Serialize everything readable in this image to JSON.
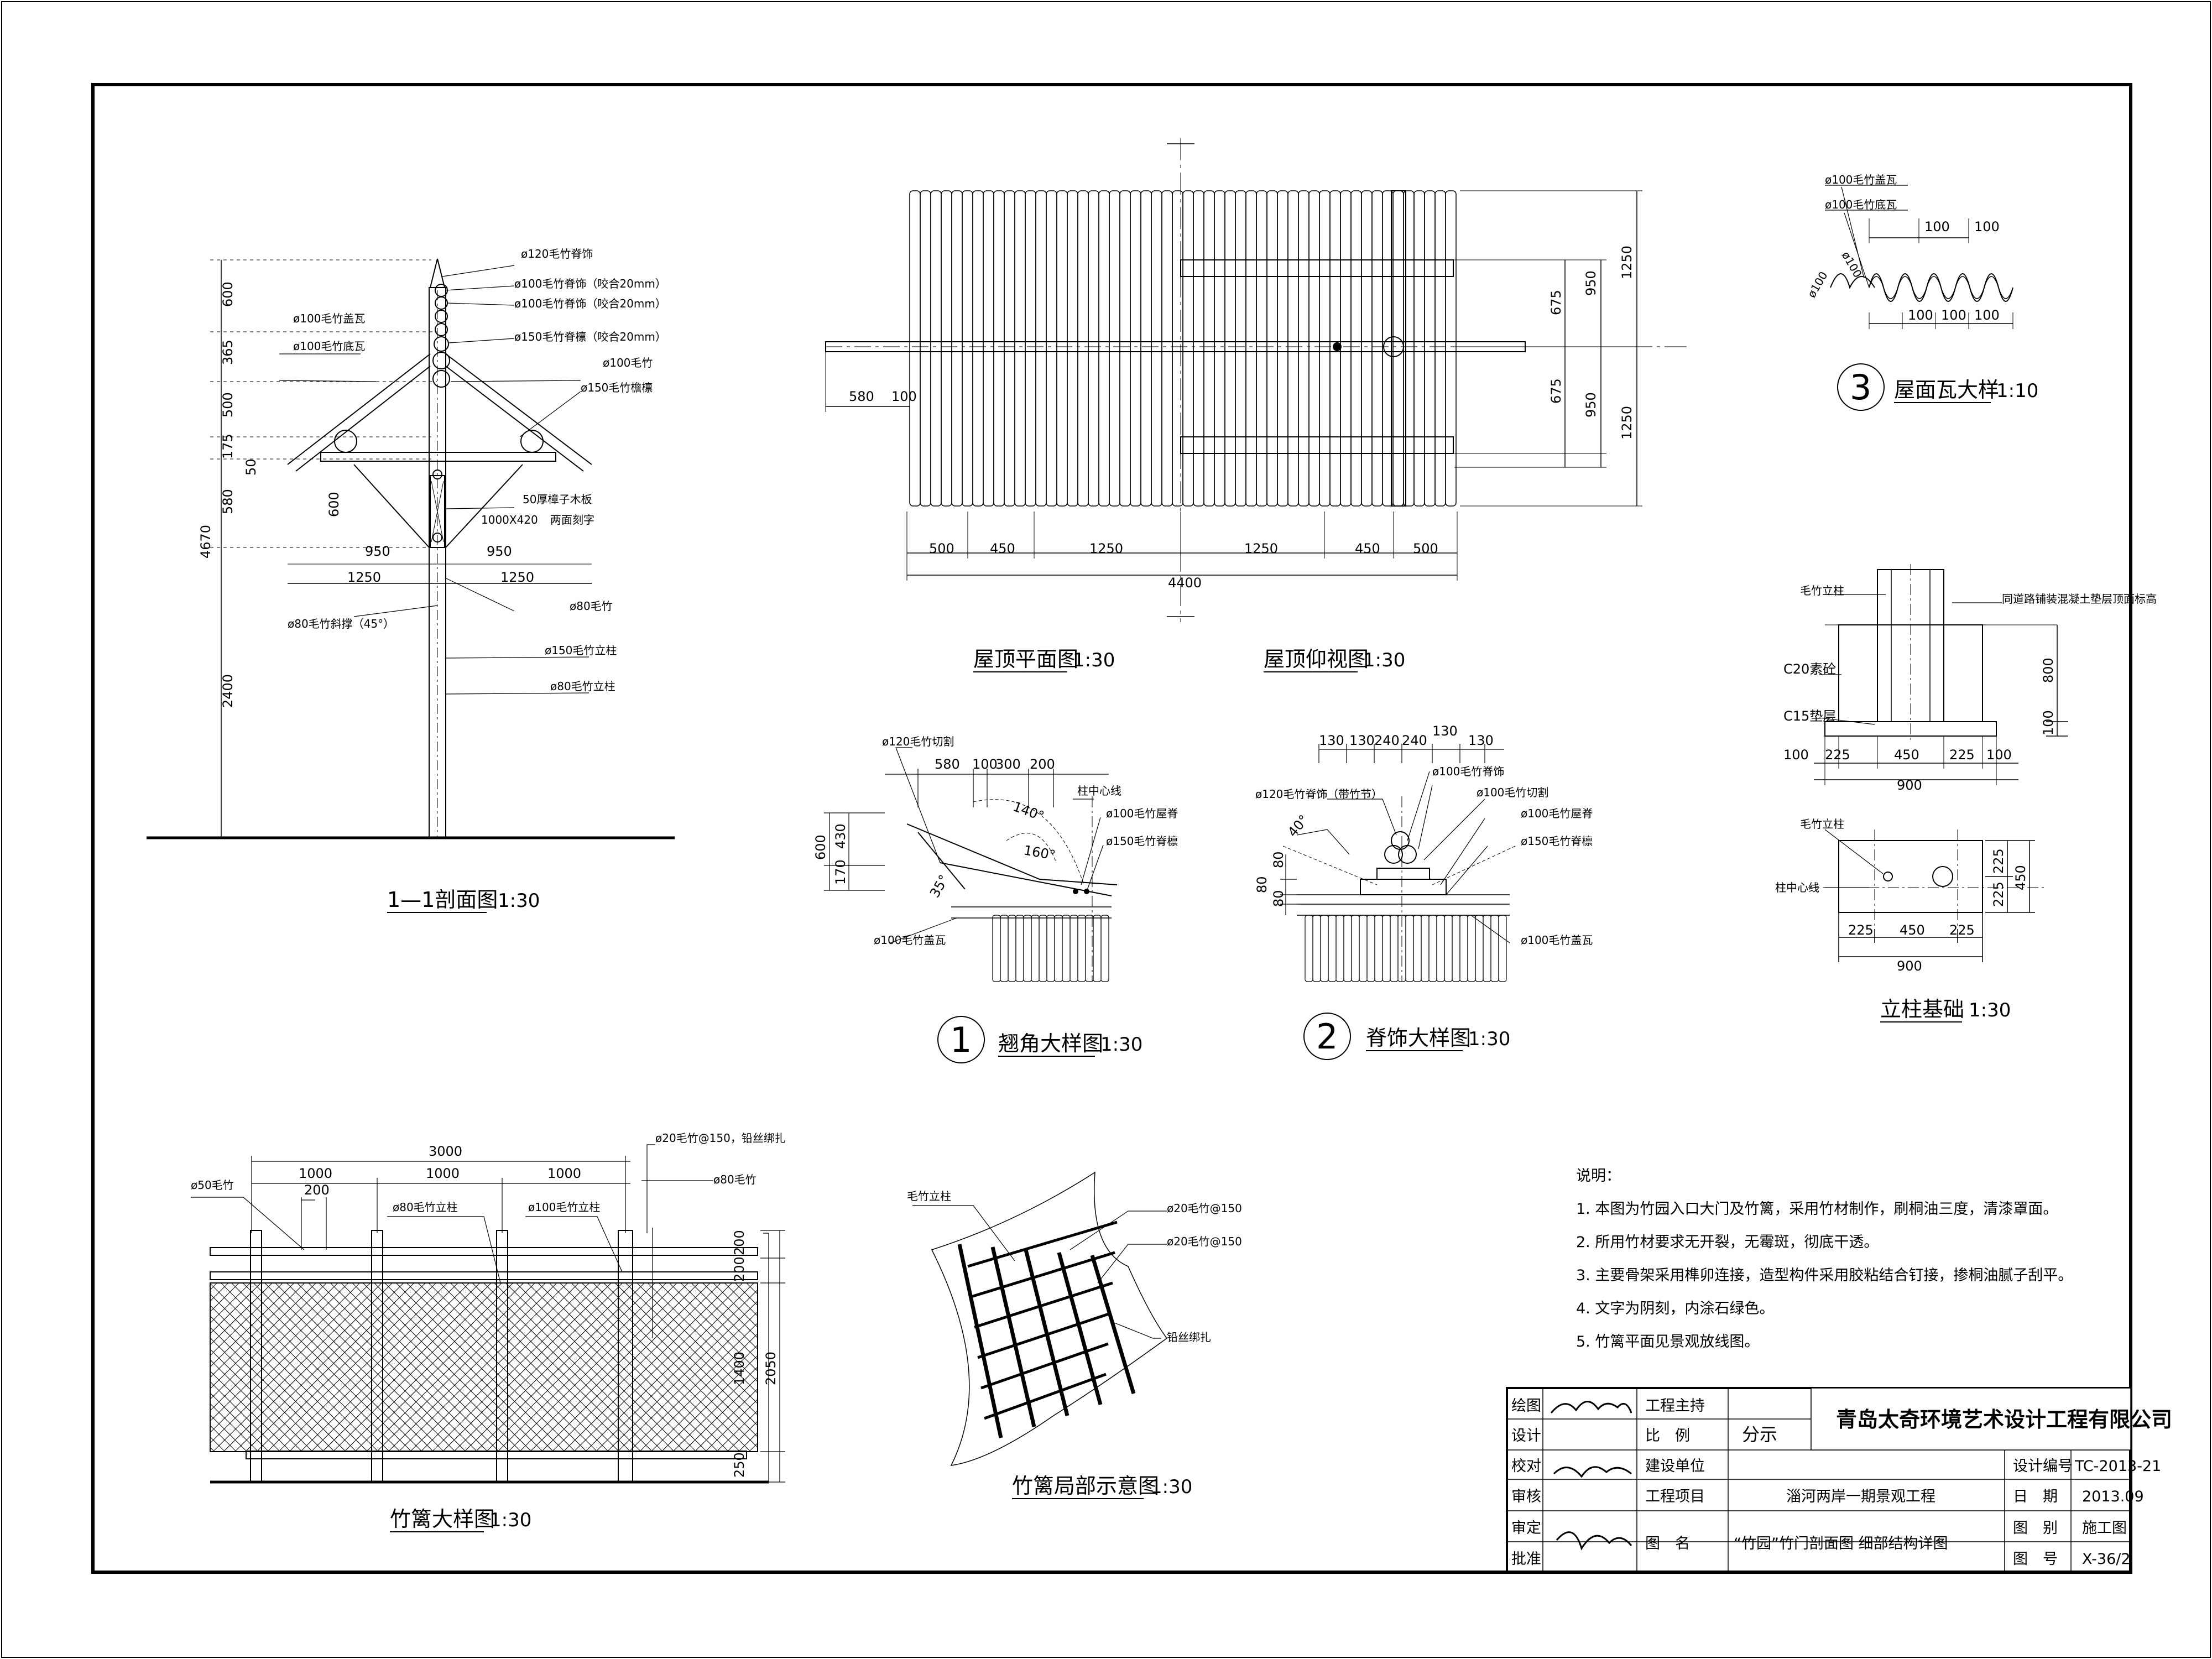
{
  "views": {
    "section_1_1": {
      "title": "1—1剖面图",
      "scale": "1:30",
      "callouts": [
        "ø120毛竹脊饰",
        "ø100毛竹脊饰（咬合20mm）",
        "ø100毛竹脊饰（咬合20mm）",
        "ø150毛竹脊檩（咬合20mm）",
        "ø100毛竹",
        "ø150毛竹檐檩",
        "ø100毛竹盖瓦",
        "ø100毛竹底瓦",
        "50厚樟子木板",
        "1000X420",
        "两面刻字",
        "ø80毛竹",
        "ø80毛竹斜撑（45°）",
        "ø150毛竹立柱",
        "ø80毛竹立柱"
      ],
      "dims_left": [
        "600",
        "365",
        "500",
        "175",
        "580",
        "4670",
        "2400"
      ],
      "dims_inner": [
        "50",
        "600",
        "950",
        "950",
        "1250",
        "1250"
      ]
    },
    "roof_plan": {
      "title_plan": "屋顶平面图",
      "title_bottom": "屋顶仰视图",
      "scale": "1:30",
      "dims_bottom": [
        "500",
        "450",
        "1250",
        "1250",
        "450",
        "500"
      ],
      "dim_total": "4400",
      "dims_left": [
        "580",
        "100"
      ],
      "dims_right_inner": [
        "675",
        "675",
        "950",
        "950"
      ],
      "dims_right_outer": [
        "1250",
        "1250"
      ]
    },
    "tile_detail": {
      "title": "屋面瓦大样",
      "number": "3",
      "scale": "1:10",
      "callouts": [
        "ø100毛竹盖瓦",
        "ø100毛竹底瓦"
      ],
      "dims_top": [
        "100",
        "100"
      ],
      "dims_bottom": [
        "100",
        "100",
        "100"
      ],
      "rotated": [
        "ø100",
        "ø100"
      ]
    },
    "column_foundation": {
      "title": "立柱基础",
      "scale": "1:30",
      "callouts": [
        "毛竹立柱",
        "同道路铺装混凝土垫层顶面标高",
        "C20素砼",
        "C15垫层",
        "毛竹立柱",
        "柱中心线"
      ],
      "dims_elev": [
        "100",
        "225",
        "450",
        "225",
        "100"
      ],
      "dim_elev_total": "900",
      "dims_plan": [
        "225",
        "450",
        "225"
      ],
      "dim_plan_total": "900",
      "dims_side": [
        "800",
        "100",
        "225",
        "225",
        "450"
      ]
    },
    "corner_detail": {
      "title": "翘角大样图",
      "number": "1",
      "scale": "1:30",
      "callouts": [
        "ø120毛竹切割",
        "柱中心线",
        "ø100毛竹屋脊",
        "ø150毛竹脊檩",
        "ø100毛竹盖瓦"
      ],
      "dims": [
        "580",
        "100",
        "300",
        "200",
        "600",
        "430",
        "170"
      ],
      "angles": [
        "140°",
        "160°",
        "35°"
      ]
    },
    "ridge_detail": {
      "title": "脊饰大样图",
      "number": "2",
      "scale": "1:30",
      "callouts": [
        "ø120毛竹脊饰",
        "（带竹节）",
        "ø100毛竹脊饰",
        "ø100毛竹切割",
        "ø100毛竹屋脊",
        "ø150毛竹脊檩",
        "ø100毛竹盖瓦"
      ],
      "dims_top": [
        "130",
        "130",
        "240",
        "240",
        "130",
        "130"
      ],
      "dims_left": [
        "80",
        "80",
        "80"
      ],
      "angle": "40°"
    },
    "fence_detail": {
      "title": "竹篱大样图",
      "scale": "1:30",
      "callouts": [
        "ø20毛竹@150，铅丝绑扎",
        "ø80毛竹",
        "ø50毛竹",
        "ø80毛竹立柱",
        "ø100毛竹立柱"
      ],
      "dim_total": "3000",
      "dims_top": [
        "1000",
        "1000",
        "1000"
      ],
      "dim_small": "200",
      "dims_right": [
        "200",
        "200",
        "1400",
        "250"
      ],
      "dim_right_total": "2050"
    },
    "fence_partial": {
      "title": "竹篱局部示意图",
      "scale": "1:30",
      "callouts": [
        "毛竹立柱",
        "ø20毛竹@150",
        "ø20毛竹@150",
        "铅丝绑扎"
      ]
    }
  },
  "notes": {
    "heading": "说明：",
    "items": [
      "1. 本图为竹园入口大门及竹篱，采用竹材制作，刷桐油三度，清漆罩面。",
      "2. 所用竹材要求无开裂，无霉斑，彻底干透。",
      "3. 主要骨架采用榫卯连接，造型构件采用胶粘结合钉接，掺桐油腻子刮平。",
      "4. 文字为阴刻，内涂石绿色。",
      "5. 竹篱平面见景观放线图。"
    ]
  },
  "title_block": {
    "company": "青岛太奇环境艺术设计工程有限公司",
    "role_labels": [
      "绘图",
      "设计",
      "校对",
      "审核",
      "审定",
      "批准"
    ],
    "labels": [
      "工程主持",
      "比　例",
      "建设单位",
      "工程项目",
      "图　名"
    ],
    "scale_value": "分示",
    "project_name": "淄河两岸一期景观工程",
    "drawing_name": "“竹园”竹门剖面图 细部结构详图",
    "info_labels": [
      "设计编号",
      "日　期",
      "图　别",
      "图　号"
    ],
    "info_values": [
      "TC-2013-21",
      "2013.09",
      "施工图",
      "X-36/2"
    ]
  }
}
